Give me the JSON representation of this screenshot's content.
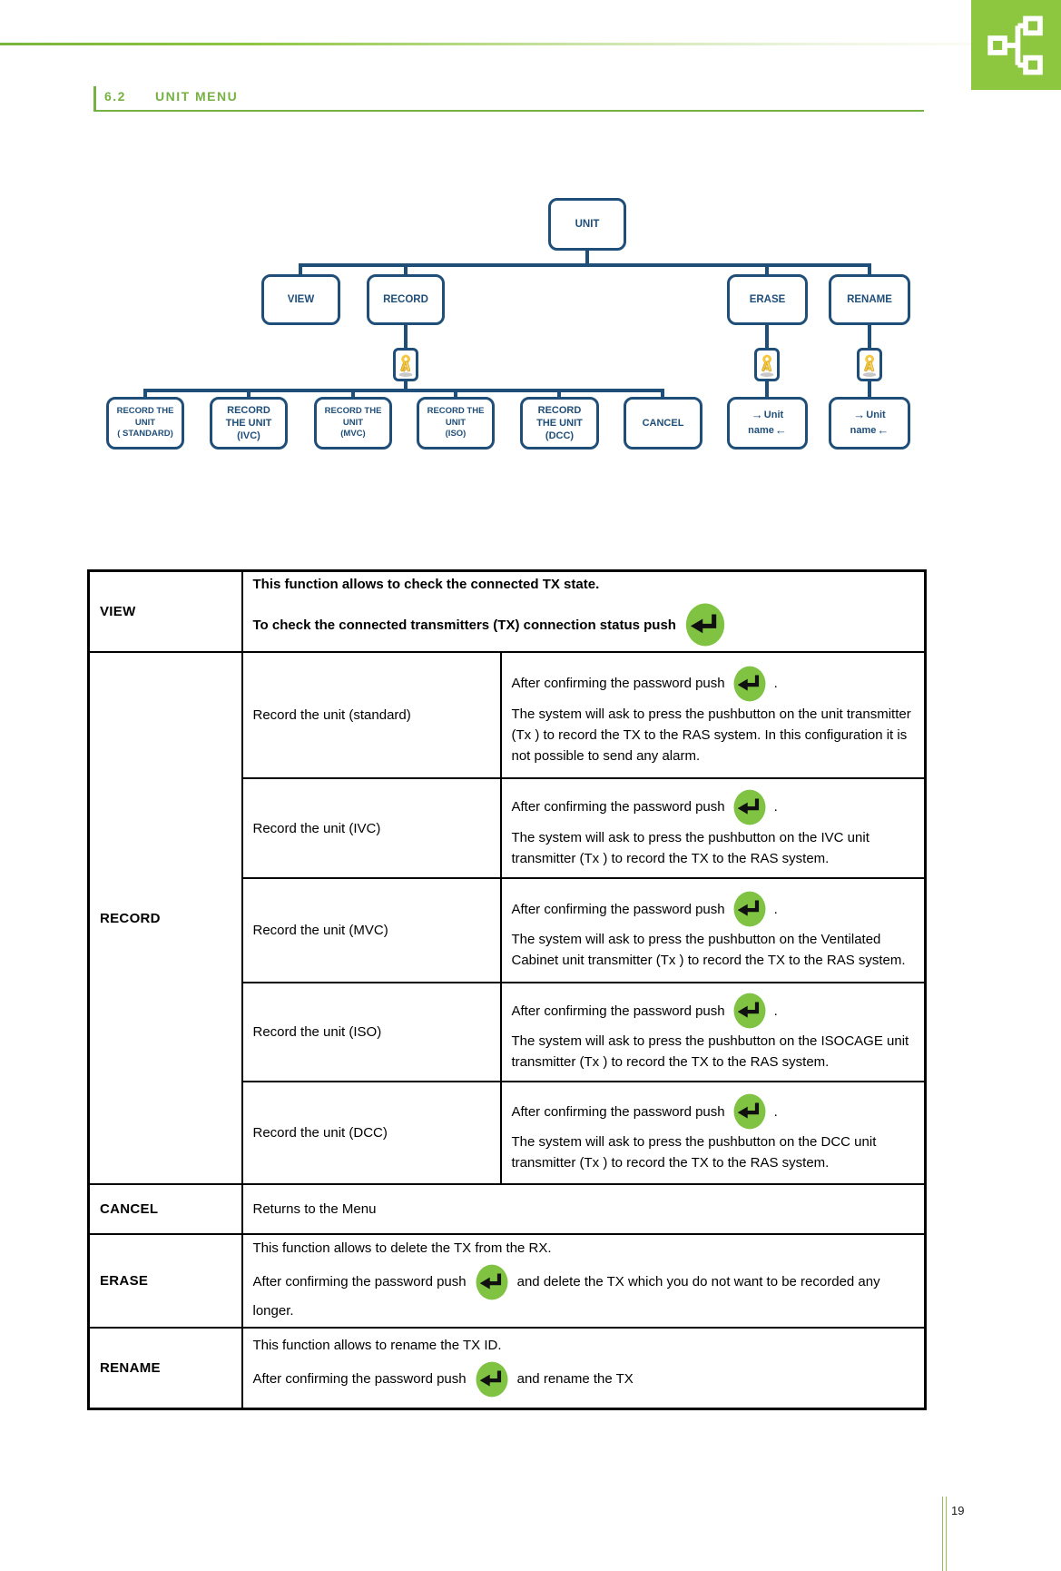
{
  "header": {
    "section_number": "6.2",
    "section_title": "UNIT MENU"
  },
  "flowchart": {
    "unit": "UNIT",
    "view": "VIEW",
    "record": "RECORD",
    "erase": "ERASE",
    "rename": "RENAME",
    "record_standard": "RECORD THE\nUNIT\n( STANDARD)",
    "record_ivc": "RECORD\nTHE UNIT\n(IVC)",
    "record_mvc": "RECORD THE\nUNIT\n(MVC)",
    "record_iso": "RECORD THE\nUNIT\n(ISO)",
    "record_dcc": "RECORD\nTHE UNIT\n(DCC)",
    "cancel": "CANCEL",
    "unit_name_right_arrow": "→",
    "unit_name_line1": "Unit",
    "unit_name_line2": "name",
    "unit_name_left_arrow": "←"
  },
  "icons": {
    "enter_key": "black return arrow on green oval",
    "password_keys": "two gold keys (password required)",
    "logo": "white connected network nodes on green square"
  },
  "colors": {
    "flowchart_navy": "#1F4E79",
    "heading_green": "#76B143",
    "logo_green": "#8DC63F",
    "enter_icon_green": "#80C342",
    "footer_rule_green": "#9BBB59"
  },
  "table": {
    "view": {
      "label": "VIEW",
      "line1": "This function allows to check the connected TX state.",
      "line2": "To check  the connected transmitters (TX) connection status push"
    },
    "record": {
      "label": "RECORD",
      "subrows": [
        {
          "name": "Record the unit (standard)",
          "push_line": "After confirming the password push",
          "push_suffix": ".",
          "body": "The system will ask to press the pushbutton on the unit transmitter (Tx ) to record the TX to the RAS system. In this configuration it is not possible to send any alarm."
        },
        {
          "name": "Record the unit (IVC)",
          "push_line": "After confirming the password push",
          "push_suffix": ".",
          "body": "The system will ask to press the pushbutton on the IVC unit transmitter (Tx ) to record the TX to the RAS system."
        },
        {
          "name": "Record the unit (MVC)",
          "push_line": "After confirming the password push",
          "push_suffix": ".",
          "body": "The system will ask to press the pushbutton on the Ventilated Cabinet unit transmitter (Tx ) to record the TX to the RAS system."
        },
        {
          "name": "Record the unit (ISO)",
          "push_line": "After confirming the password push",
          "push_suffix": ".",
          "body": "The system will ask to press the pushbutton on the ISOCAGE unit transmitter (Tx ) to record the TX to the RAS system."
        },
        {
          "name": "Record the unit (DCC)",
          "push_line": "After confirming the password push",
          "push_suffix": ".",
          "body": "The system will ask to press the pushbutton on the DCC unit transmitter (Tx ) to record the TX to the RAS system."
        }
      ]
    },
    "cancel": {
      "label": "CANCEL",
      "text": "Returns to the Menu"
    },
    "erase": {
      "label": "ERASE",
      "line1": "This function allows to delete the TX from the RX.",
      "push_line": "After confirming the password push",
      "after_icon": "and delete the TX which you do not want to be recorded any longer."
    },
    "rename": {
      "label": "RENAME",
      "line1": "This function allows to rename the TX ID.",
      "push_line": "After confirming the password push",
      "after_icon": "and rename the TX"
    }
  },
  "footer": {
    "page_number": "19"
  }
}
